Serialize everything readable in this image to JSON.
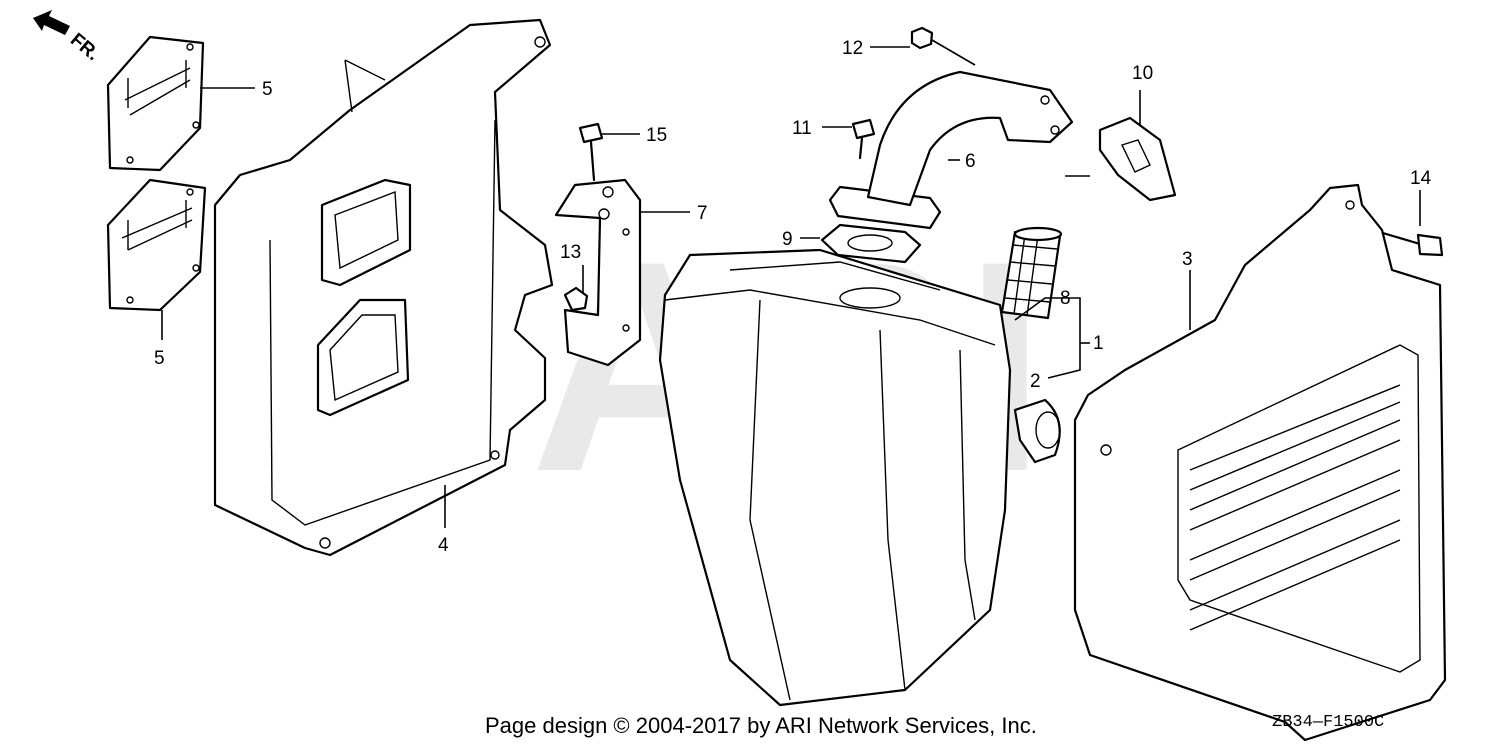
{
  "watermark": "ARI",
  "front_marker": "FR.",
  "callouts": {
    "c1": "1",
    "c2": "2",
    "c3": "3",
    "c4": "4",
    "c5a": "5",
    "c5b": "5",
    "c6": "6",
    "c7": "7",
    "c8": "8",
    "c9": "9",
    "c10": "10",
    "c11": "11",
    "c12": "12",
    "c13": "13",
    "c14": "14",
    "c15": "15"
  },
  "footer": {
    "copyright": "Page design © 2004-2017 by ARI Network Services, Inc.",
    "diagram_code": "ZB34—F1500C"
  }
}
